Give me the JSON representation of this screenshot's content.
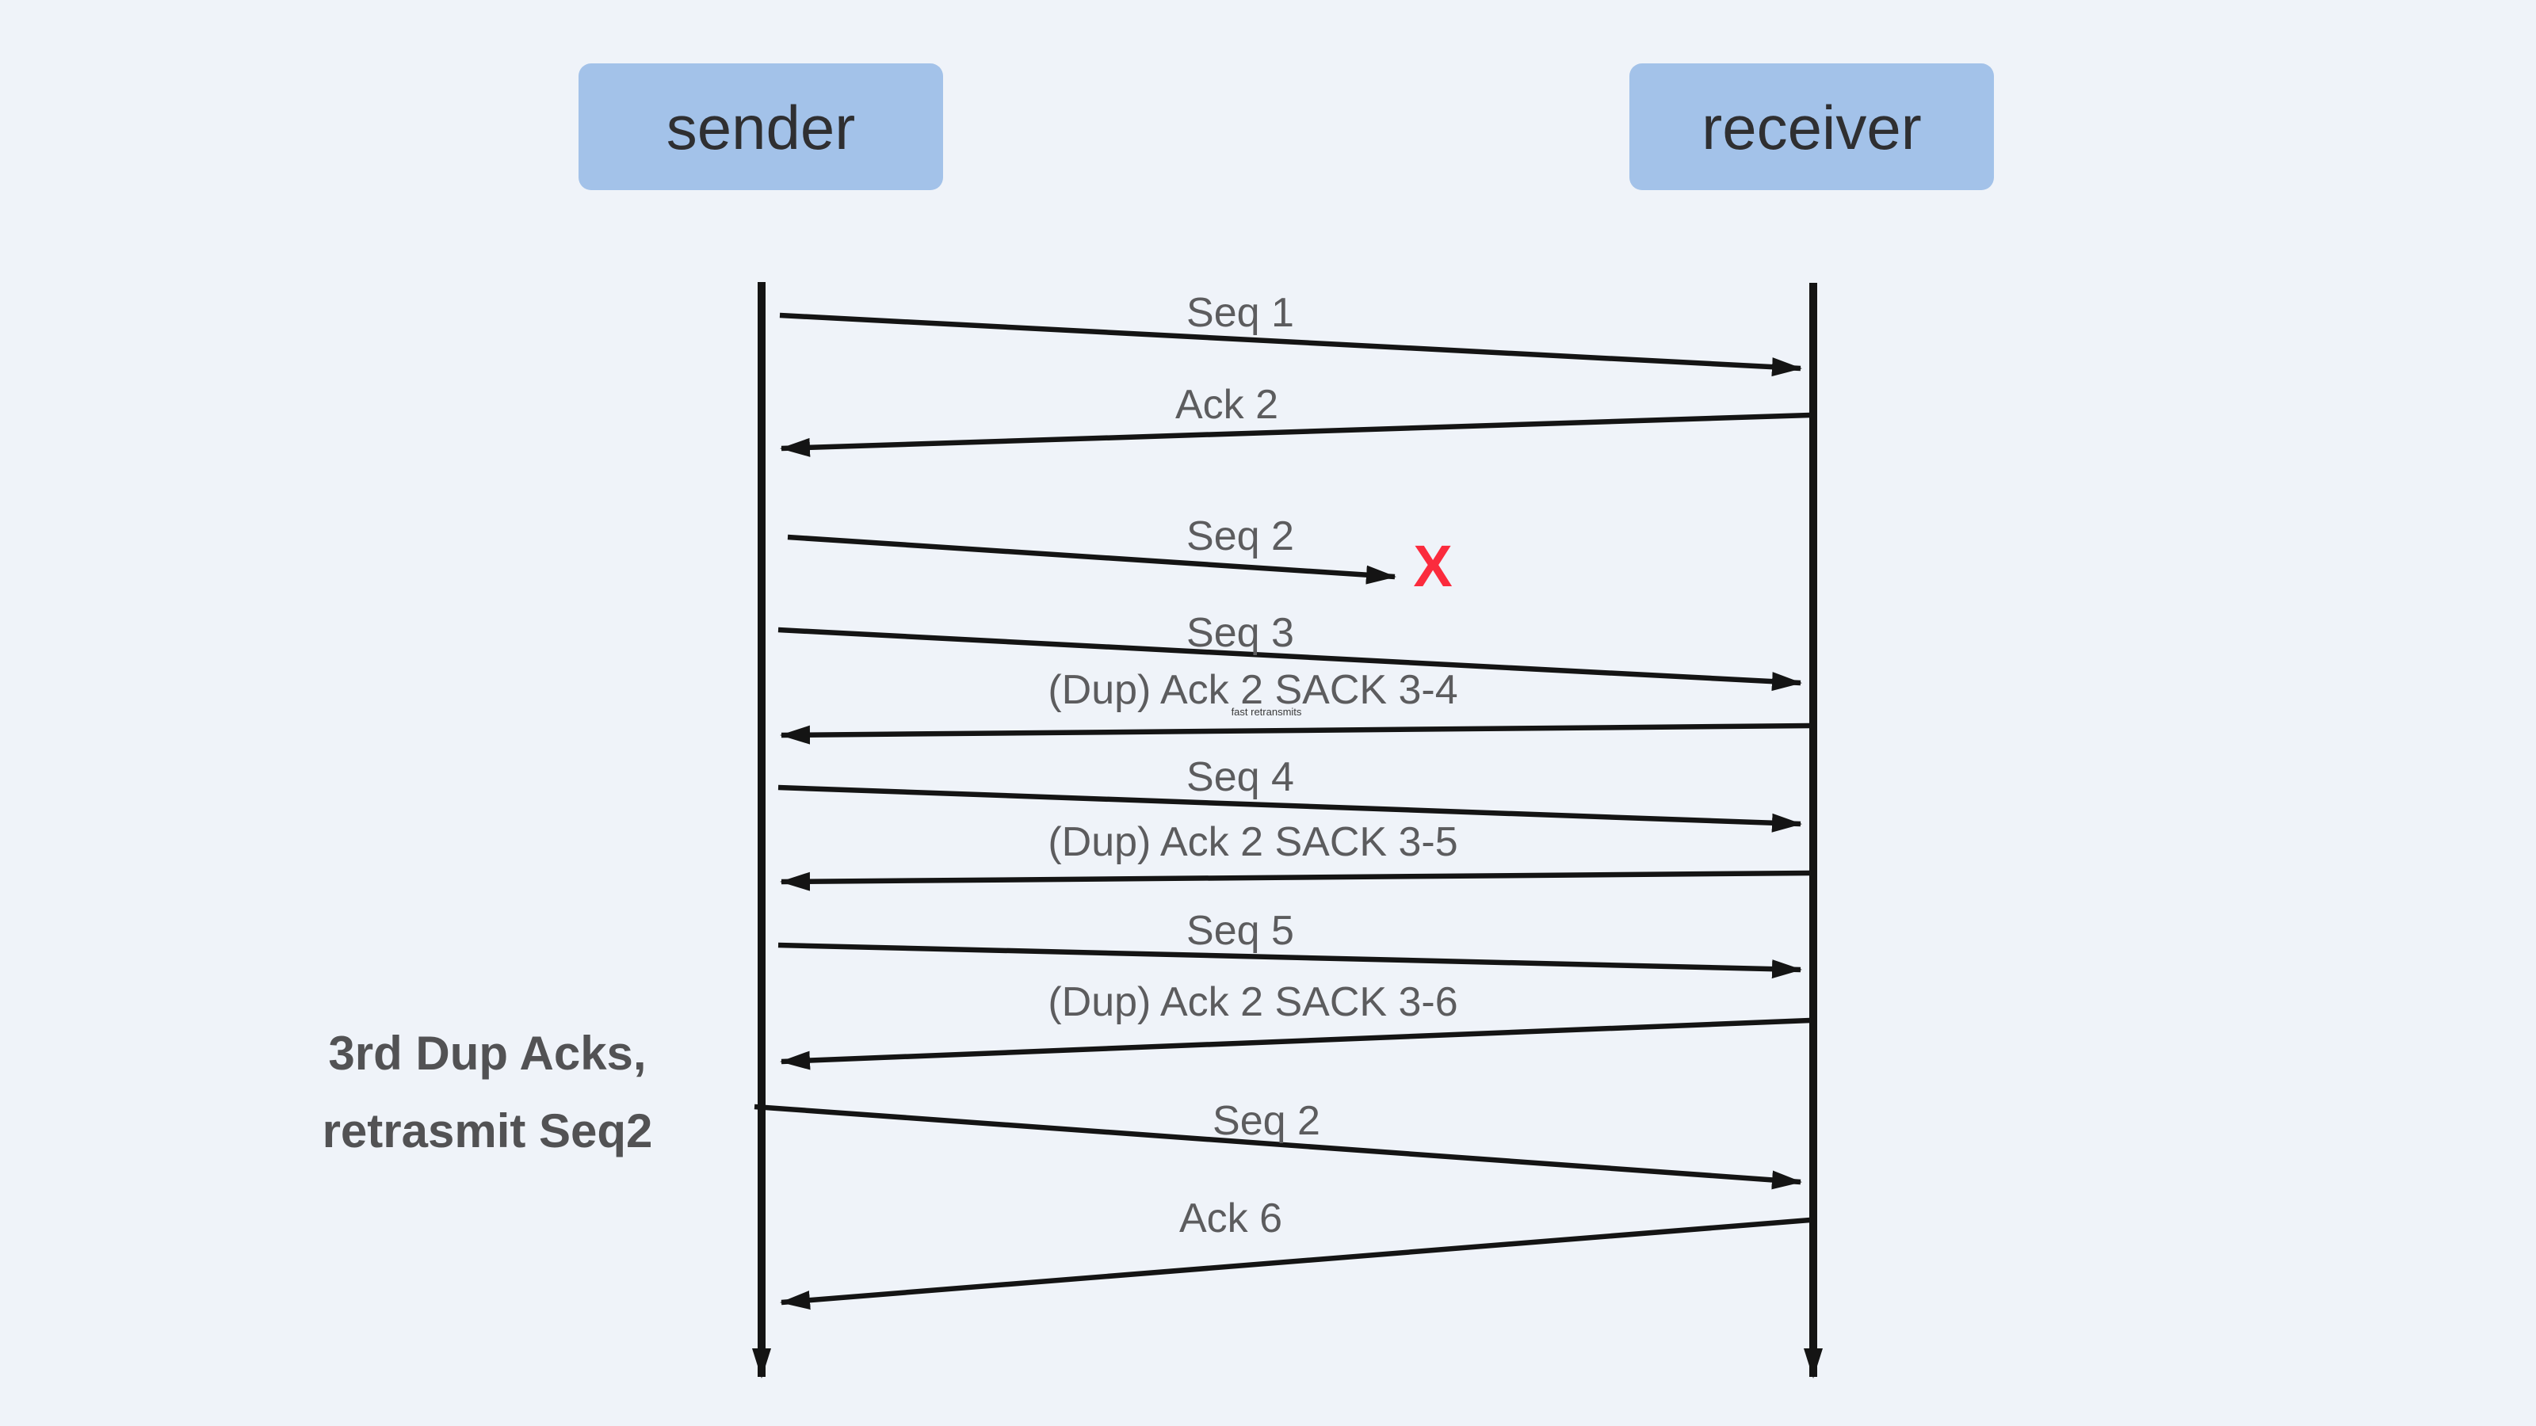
{
  "nodes": {
    "sender": "sender",
    "receiver": "receiver"
  },
  "note": {
    "line1": "3rd Dup Acks,",
    "line2": "retrasmit Seq2"
  },
  "messages": [
    {
      "label": "Seq 1",
      "from": "sender",
      "to": "receiver"
    },
    {
      "label": "Ack 2",
      "from": "receiver",
      "to": "sender"
    },
    {
      "label": "Seq 2",
      "from": "sender",
      "to": "receiver",
      "lost": true,
      "loss_marker": "X"
    },
    {
      "label": "Seq 3",
      "from": "sender",
      "to": "receiver"
    },
    {
      "label": "(Dup) Ack 2 SACK 3-4",
      "from": "receiver",
      "to": "sender",
      "annotation": "fast retransmits"
    },
    {
      "label": "Seq 4",
      "from": "sender",
      "to": "receiver"
    },
    {
      "label": "(Dup) Ack 2 SACK 3-5",
      "from": "receiver",
      "to": "sender"
    },
    {
      "label": "Seq 5",
      "from": "sender",
      "to": "receiver"
    },
    {
      "label": "(Dup) Ack 2 SACK 3-6",
      "from": "receiver",
      "to": "sender"
    },
    {
      "label": "Seq 2",
      "from": "sender",
      "to": "receiver",
      "retransmission": true
    },
    {
      "label": "Ack 6",
      "from": "receiver",
      "to": "sender"
    }
  ],
  "colors": {
    "background": "#eff3f9",
    "node_fill": "#a3c2e9",
    "node_text": "#2f2f31",
    "arrow": "#141414",
    "message_label": "#5c5c5e",
    "note_text": "#525254",
    "loss_marker": "#fb2b3d"
  }
}
